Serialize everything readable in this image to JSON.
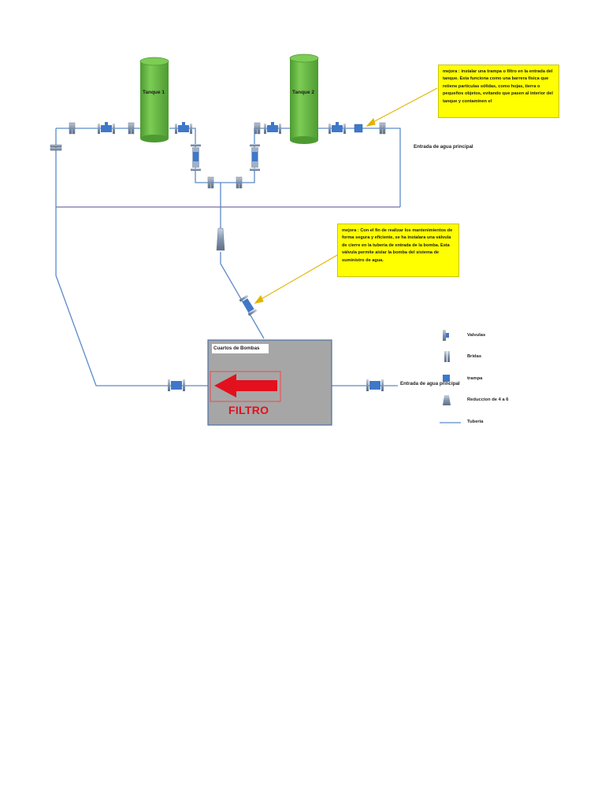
{
  "tanks": [
    {
      "label": "Tanque 1"
    },
    {
      "label": "Tanque 2"
    }
  ],
  "notes": {
    "top": "mejora : instalar una trampa o filtro en la entrada del tanque. Esta funciona como una barrera física que retiene partículas sólidas, como hojas, tierra o pequeños objetos, evitando que pasen al interior del tanque y contaminen el",
    "middle": "mejora : Con el fin de realizar los mantenimientos de forma segura y eficiente, se ha instalara una válvula de cierre en la tubería de entrada de la bomba. Esta válvula permite aislar la bomba del sistema de suministro de agua."
  },
  "labels": {
    "main_inlet_top": "Entrada de agua principal",
    "main_inlet_bottom": "Entrada de agua principal",
    "pump_room": "Cuartos de Bombas",
    "filter": "FILTRO"
  },
  "legend": [
    {
      "icon": "valve-icon",
      "label": "Valvulas"
    },
    {
      "icon": "flange-icon",
      "label": "Bridas"
    },
    {
      "icon": "trap-icon",
      "label": "trampa"
    },
    {
      "icon": "reducer-icon",
      "label": "Reduccion de 4 a 6"
    },
    {
      "icon": "pipe-icon",
      "label": "Tuberia"
    }
  ],
  "colors": {
    "pipe": "#5b8ac9",
    "tank": "#6fbf4a",
    "tank_dark": "#4e9a32",
    "note": "#ffff00",
    "pump_room": "#a6a6a6",
    "arrow": "#e3101e",
    "fitting": "#7f93ad",
    "valve": "#3f78c9"
  }
}
